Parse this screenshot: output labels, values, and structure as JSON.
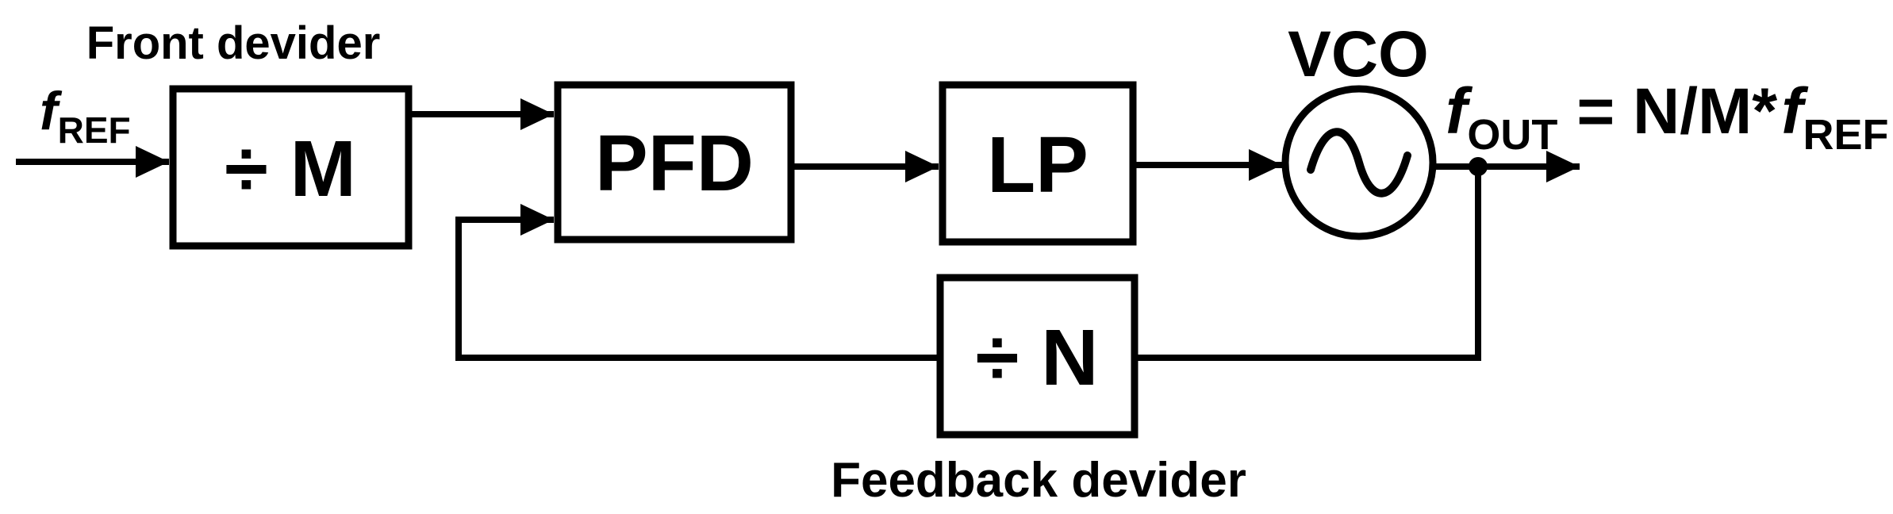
{
  "diagram": {
    "title_hint": "PLL frequency synthesizer block diagram",
    "colors": {
      "ink": "#000000",
      "background": "#ffffff"
    },
    "input_signal": {
      "f": "f",
      "sub": "REF"
    },
    "front_divider": {
      "caption": "Front devider",
      "symbol": "÷ M"
    },
    "pfd": {
      "label": "PFD"
    },
    "lp": {
      "label": "LP"
    },
    "vco": {
      "label": "VCO"
    },
    "feedback_divider": {
      "caption": "Feedback devider",
      "symbol": "÷ N"
    },
    "output_formula": {
      "f": "f",
      "f_sub": "OUT",
      "middle": "= N/M*",
      "f2": "f",
      "f2_sub": "REF"
    }
  }
}
